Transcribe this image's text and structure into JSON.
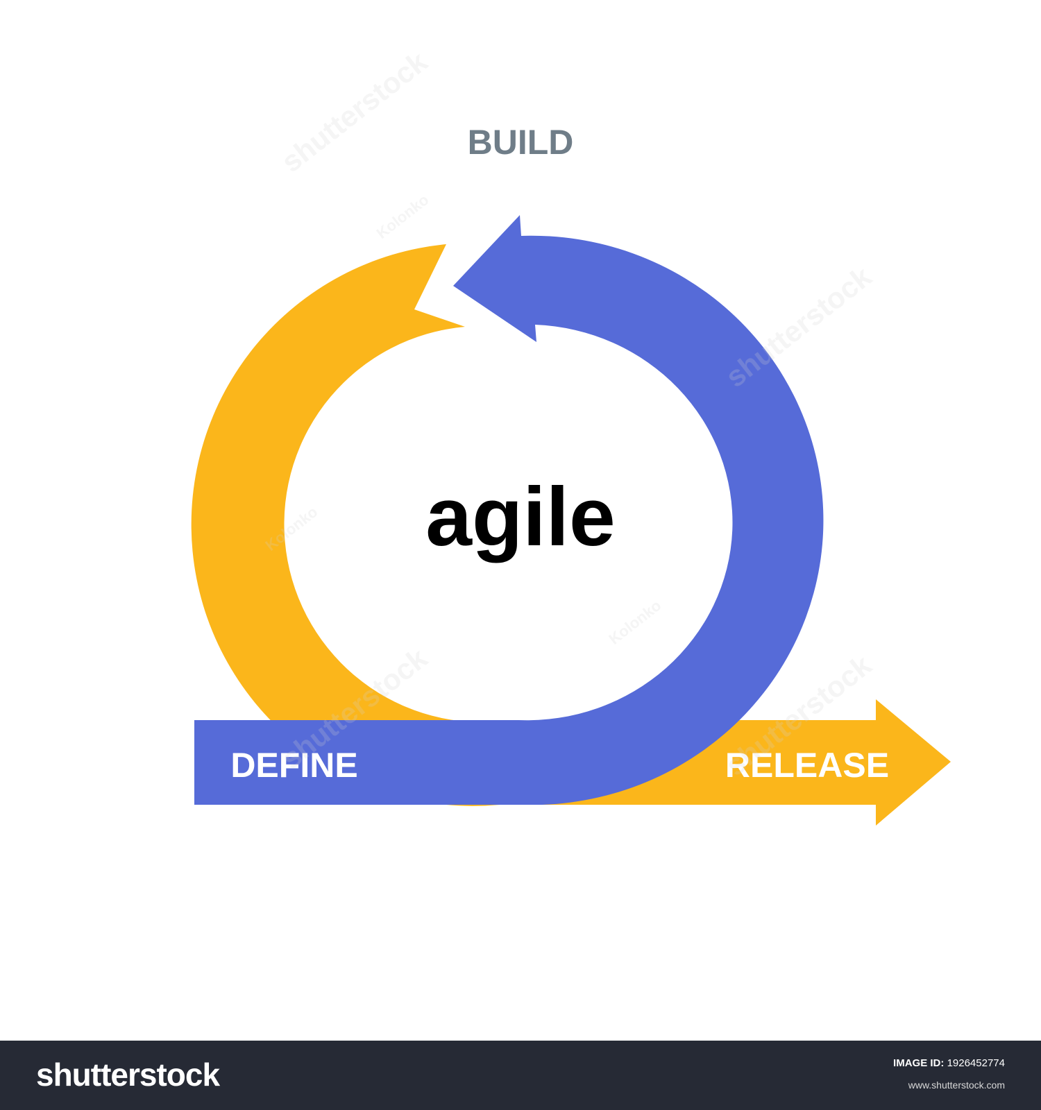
{
  "diagram": {
    "center_label": "agile",
    "stages": {
      "build": "BUILD",
      "define": "DEFINE",
      "release": "RELEASE"
    },
    "colors": {
      "blue": "#566bd8",
      "yellow": "#fbb61b",
      "build_text": "#6f7d88",
      "center_text": "#000000",
      "stage_text": "#ffffff"
    }
  },
  "watermark": {
    "brand": "shutterstock",
    "author": "Kolonko"
  },
  "footer": {
    "logo": "shutterstock",
    "image_id_label": "IMAGE ID:",
    "image_id": "1926452774",
    "site": "www.shutterstock.com",
    "background": "#262a35"
  }
}
